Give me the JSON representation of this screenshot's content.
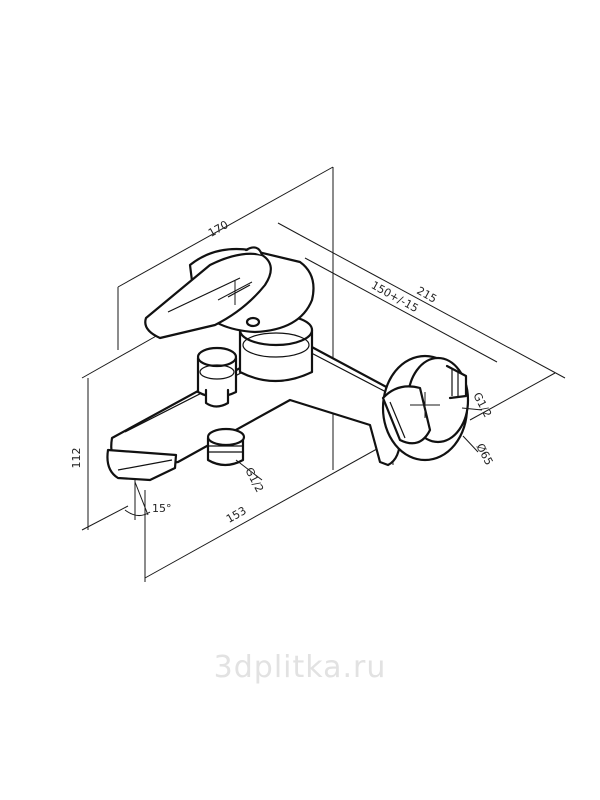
{
  "dimensions": {
    "width_top": "170",
    "length_total": "215",
    "centers": "150+/-15",
    "height": "112",
    "depth": "153",
    "angle": "15°",
    "thread_outlet": "G1/2",
    "thread_inlet": "G1/2",
    "flange_diameter": "Ø65"
  },
  "watermark": "3dplitka.ru",
  "colors": {
    "stroke": "#111111",
    "watermark": "#e2e2e2"
  }
}
